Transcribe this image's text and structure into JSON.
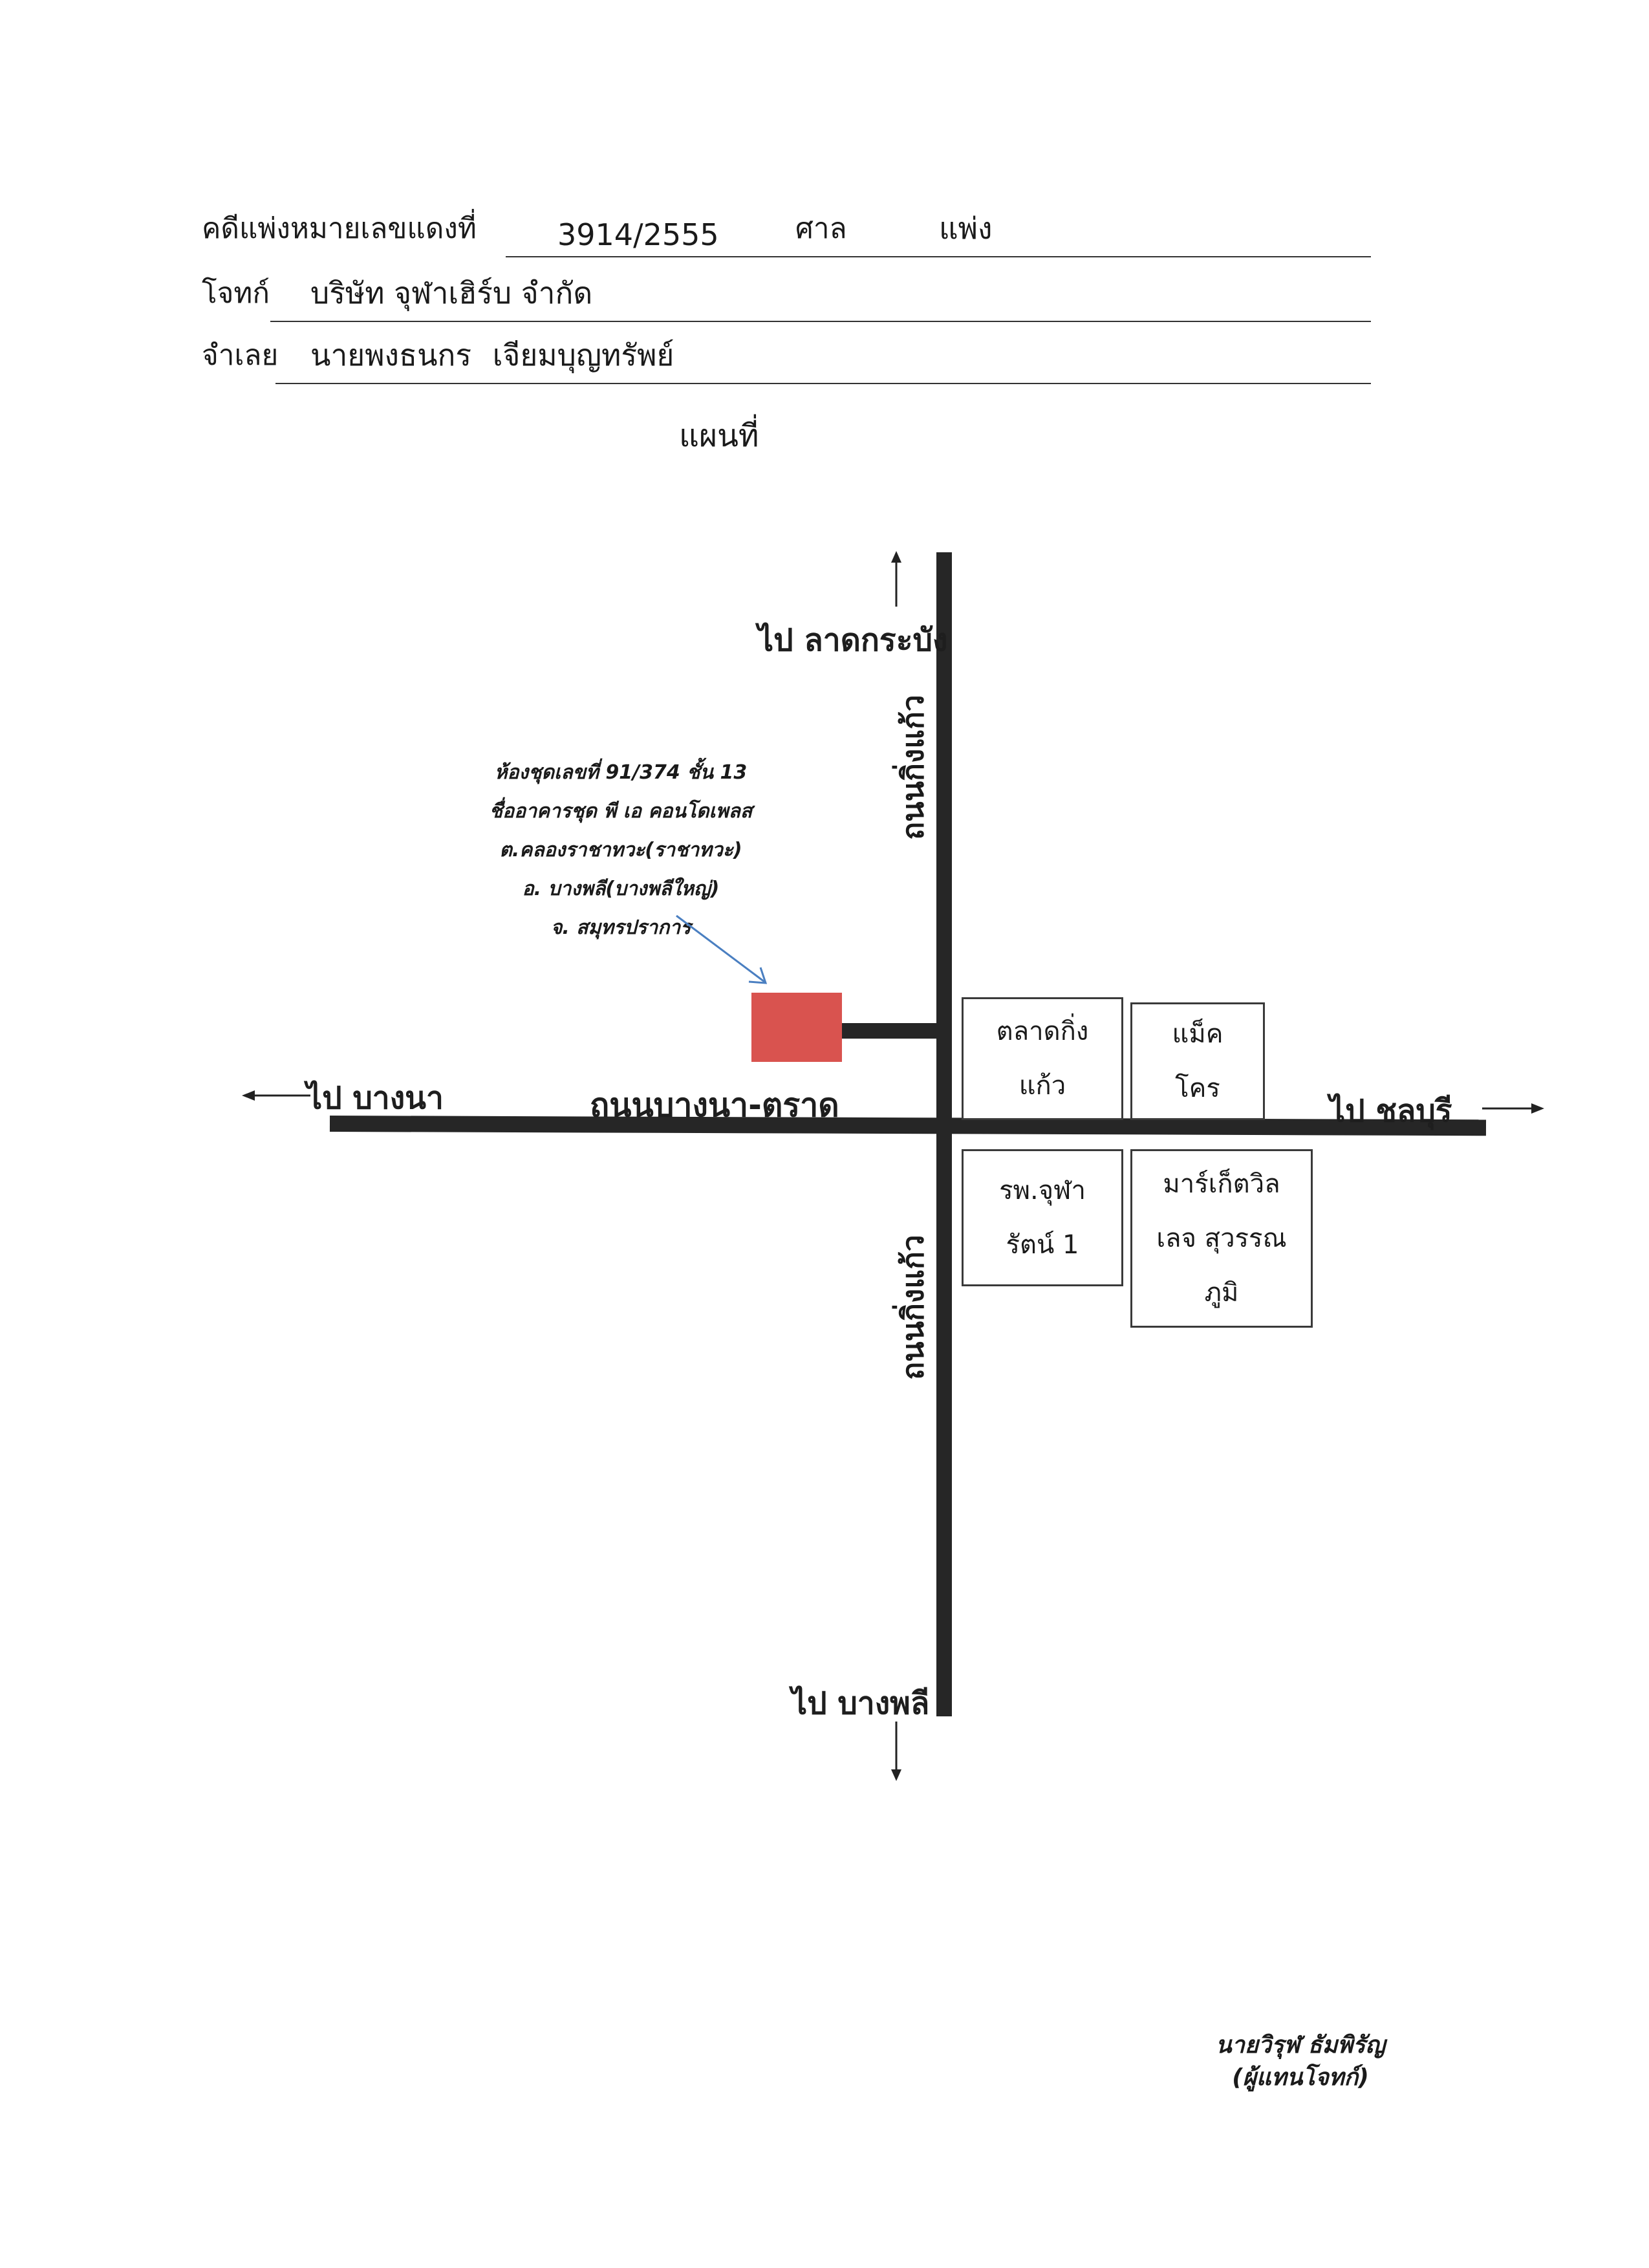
{
  "header": {
    "case_label": "คดีแพ่งหมายเลขแดงที่",
    "case_number": "3914/2555",
    "court_label": "ศาล",
    "court_value": "แพ่ง",
    "plaintiff_label": "โจทก์",
    "plaintiff_value": "บริษัท จุฬาเฮิร์บ จำกัด",
    "defendant_label": "จำเลย",
    "defendant_value": "นายพงธนกร เจียมบุญทรัพย์"
  },
  "map_title": "แผนที่",
  "map": {
    "directions": {
      "north": "ไป ลาดกระบัง",
      "south": "ไป บางพลี",
      "west": "ไป บางนา",
      "east": "ไป ชลบุรี"
    },
    "roads": {
      "vertical_upper": "ถนนกิ่งแก้ว",
      "vertical_lower": "ถนนกิ่งแก้ว",
      "horizontal": "ถนนบางนา-ตราด"
    },
    "address_lines": [
      "ห้องชุดเลขที่ 91/374 ชั้น 13",
      "ชื่ออาคารชุด พี เอ คอนโดเพลส",
      "ต.คลองราชาทวะ(ราชาทวะ)",
      "อ. บางพลี(บางพลีใหญ่)",
      "จ. สมุทรปราการ"
    ],
    "landmarks": {
      "market": [
        "ตลาดกิ่ง",
        "แก้ว"
      ],
      "makro": [
        "แม็ค",
        "โคร"
      ],
      "hospital": [
        "รพ.จุฬา",
        "รัตน์ 1"
      ],
      "marketvillage": [
        "มาร์เก็ตวิล",
        "เลจ สุวรรณ",
        "ภูมิ"
      ]
    },
    "target_color": "#d9534f",
    "road_color": "#262626",
    "pointer_color": "#4a7fc1"
  },
  "signature": {
    "name": "นายวิรุฬ ธัมพิรัญ",
    "role": "(ผู้แทนโจทก์)"
  }
}
